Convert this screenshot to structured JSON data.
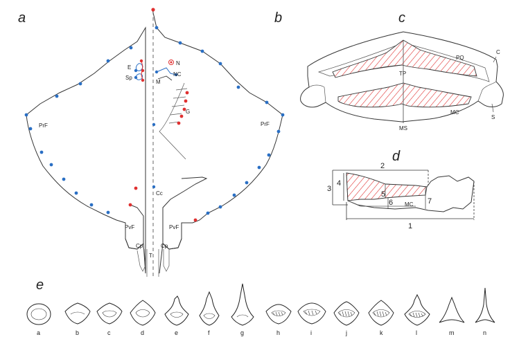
{
  "panels": {
    "a": {
      "letter": "a",
      "labels": {
        "prf_left": "PrF",
        "prf_right": "PrF",
        "e": "E",
        "sp": "Sp",
        "n": "N",
        "nc": "NC",
        "m": "M",
        "g": "G",
        "cc": "Cc",
        "pvf_left": "PvF",
        "pvf_right": "PvF",
        "cp_left": "Cp",
        "cp_right": "Cp",
        "t": "T"
      }
    },
    "b": {
      "letter": "b"
    },
    "c": {
      "letter": "c",
      "labels": {
        "pq": "PQ",
        "c": "C",
        "tp": "TP",
        "mc": "MC",
        "ms": "MS",
        "s": "S"
      }
    },
    "d": {
      "letter": "d",
      "labels": {
        "mc": "MC"
      },
      "measurements": [
        "1",
        "2",
        "3",
        "4",
        "5",
        "6",
        "7"
      ]
    },
    "e": {
      "letter": "e",
      "scale_types": [
        "a",
        "b",
        "c",
        "d",
        "e",
        "f",
        "g",
        "h",
        "i",
        "j",
        "k",
        "l",
        "m",
        "n"
      ]
    }
  },
  "colors": {
    "landmark_blue": "#2a6fc4",
    "landmark_red": "#e03030",
    "hatch_red": "#e03030",
    "outline": "#333333"
  }
}
